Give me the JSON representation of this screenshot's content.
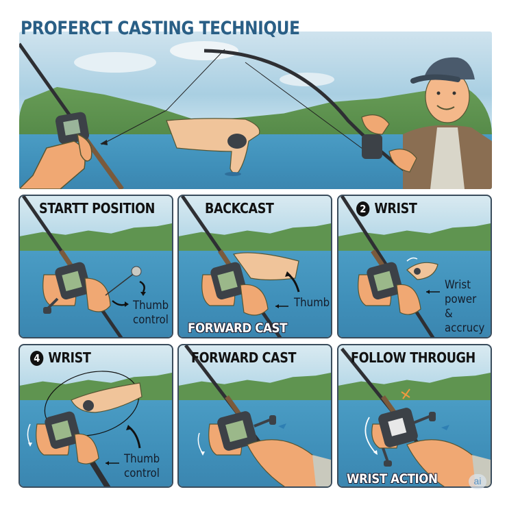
{
  "title": "PROFERCT CASTING TECHNIQUE",
  "colors": {
    "title": "#2a5f86",
    "sky": "#b8d9e8",
    "trees": "#5f9450",
    "water": "#4a9cc4",
    "panel_border": "#3a4c5c",
    "skin": "#f0a873",
    "reel": "#3c4147",
    "rod": "#2e2f33"
  },
  "hero": {
    "scene": "Smiling angler in cap and vest casting a baitcasting rod over a lake, with close-up hands holding reel and thumbing the line"
  },
  "panels": [
    {
      "title": "STARTT POSITION",
      "number": null,
      "captions": [
        "Thumb",
        "control"
      ],
      "overlay_label": null
    },
    {
      "title": "BACKCAST",
      "number": null,
      "captions": [
        "Thumb"
      ],
      "overlay_label": "FORWARD CAST"
    },
    {
      "title": "WRIST",
      "number": "2",
      "captions": [
        "Wrist",
        "power &",
        "accrucy"
      ],
      "overlay_label": null
    },
    {
      "title": "WRIST",
      "number": "4",
      "captions": [
        "Thumb",
        "control"
      ],
      "overlay_label": null
    },
    {
      "title": "FORWARD CAST",
      "number": null,
      "captions": [],
      "overlay_label": null
    },
    {
      "title": "FOLLOW THROUGH",
      "number": null,
      "captions": [],
      "overlay_label": "WRIST ACTION"
    }
  ],
  "watermark": "ai"
}
